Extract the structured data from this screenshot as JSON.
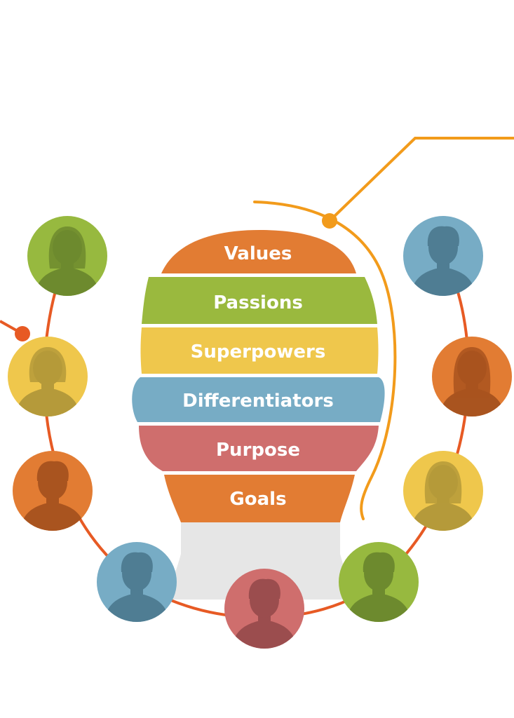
{
  "colors": {
    "ring": "#e75a24",
    "accent_line": "#f29b1b",
    "neck": "#e6e6e6",
    "silhouette_shadow": "rgba(0,0,0,0.28)"
  },
  "bands": [
    {
      "label": "Values",
      "color": "#e27c33"
    },
    {
      "label": "Passions",
      "color": "#9ab93e"
    },
    {
      "label": "Superpowers",
      "color": "#efc74c"
    },
    {
      "label": "Differentiators",
      "color": "#77acc5"
    },
    {
      "label": "Purpose",
      "color": "#cf6e6d"
    },
    {
      "label": "Goals",
      "color": "#e27c33"
    }
  ],
  "people": [
    {
      "name": "person-female-top-left",
      "color": "#97b93f",
      "shadow": "#6d8a2e",
      "kind": "female"
    },
    {
      "name": "person-female-left",
      "color": "#efc74c",
      "shadow": "#b59a3a",
      "kind": "female-short"
    },
    {
      "name": "person-male-left",
      "color": "#e27c33",
      "shadow": "#a9541f",
      "kind": "male"
    },
    {
      "name": "person-male-bottom-left",
      "color": "#77acc5",
      "shadow": "#4f7d93",
      "kind": "male"
    },
    {
      "name": "person-male-bottom",
      "color": "#cf6e6d",
      "shadow": "#9b4d4e",
      "kind": "male"
    },
    {
      "name": "person-male-bottom-right",
      "color": "#97b93f",
      "shadow": "#6d8a2e",
      "kind": "male-curly"
    },
    {
      "name": "person-female-right",
      "color": "#efc74c",
      "shadow": "#b59a3a",
      "kind": "female"
    },
    {
      "name": "person-female-right-upper",
      "color": "#e27c33",
      "shadow": "#a9541f",
      "kind": "female-long"
    },
    {
      "name": "person-male-top-right",
      "color": "#77acc5",
      "shadow": "#4f7d93",
      "kind": "male"
    }
  ]
}
